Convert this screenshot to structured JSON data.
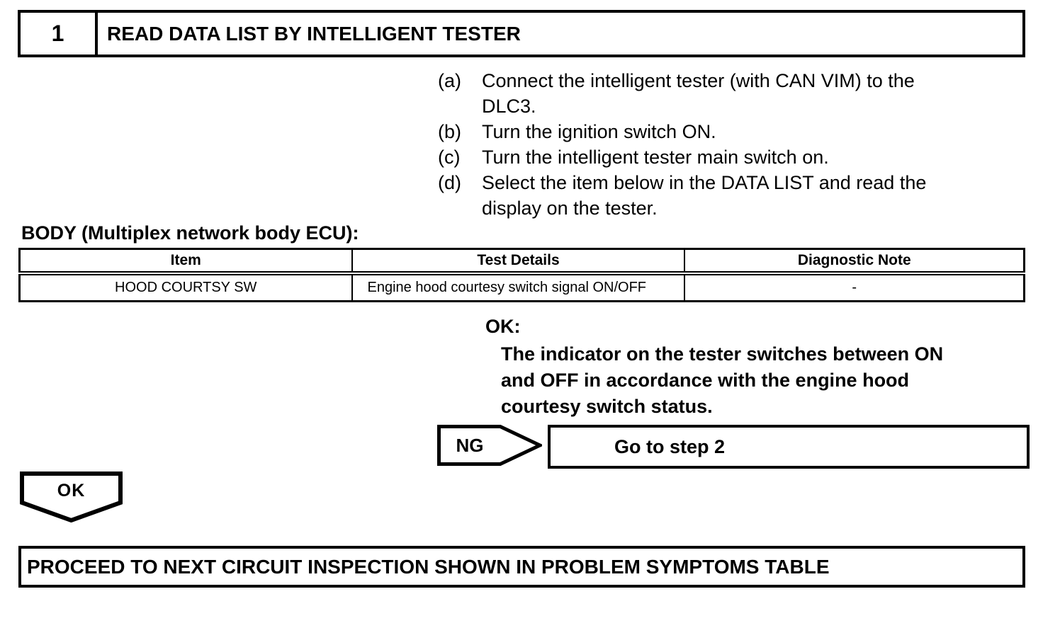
{
  "page": {
    "background_color": "#ffffff",
    "ink_color": "#000000"
  },
  "step_header": {
    "number": "1",
    "title": "READ DATA LIST BY INTELLIGENT TESTER"
  },
  "instructions": {
    "items": [
      {
        "label": "(a)",
        "text": "Connect the intelligent tester (with CAN VIM) to the\nDLC3."
      },
      {
        "label": "(b)",
        "text": "Turn the ignition switch ON."
      },
      {
        "label": "(c)",
        "text": "Turn the intelligent tester main switch on."
      },
      {
        "label": "(d)",
        "text": "Select the item below in the DATA LIST and read the\ndisplay on the tester."
      }
    ]
  },
  "data_list": {
    "heading": "BODY (Multiplex network body ECU):",
    "table": {
      "columns": [
        "Item",
        "Test Details",
        "Diagnostic Note"
      ],
      "rows": [
        {
          "item": "HOOD COURTSY SW",
          "test_details": "Engine hood courtesy switch signal ON/OFF",
          "diagnostic_note": "-"
        }
      ]
    }
  },
  "ok_criteria": {
    "label": "OK:",
    "text": "The indicator on the tester switches between ON\nand OFF in accordance with the engine hood\ncourtesy switch status."
  },
  "ng_branch": {
    "label": "NG",
    "action": "Go to step 2"
  },
  "ok_branch": {
    "label": "OK"
  },
  "conclusion": {
    "text": "PROCEED TO NEXT CIRCUIT INSPECTION SHOWN IN PROBLEM SYMPTOMS TABLE"
  }
}
